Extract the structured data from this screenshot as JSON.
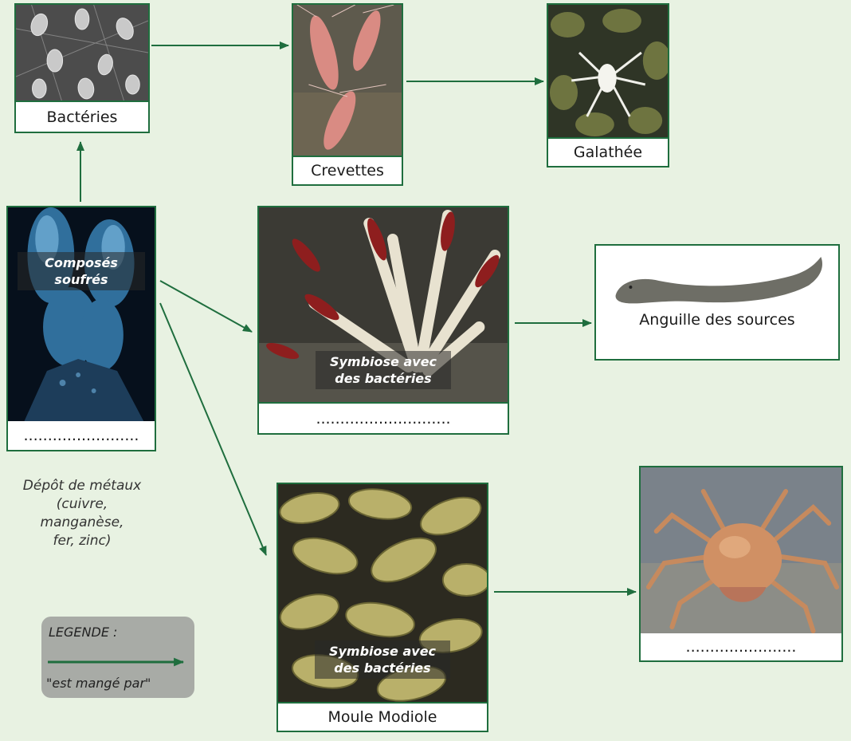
{
  "nodes": {
    "bacteries": {
      "label": "Bactéries"
    },
    "crevettes": {
      "label": "Crevettes"
    },
    "galathee": {
      "label": "Galathée"
    },
    "composes": {
      "label": "........................",
      "overlay": "Composés\nsoufrés"
    },
    "vers": {
      "label": "............................",
      "overlay": "Symbiose avec\ndes bactéries"
    },
    "anguille": {
      "label": "Anguille des sources"
    },
    "moule": {
      "label": "Moule Modiole",
      "overlay": "Symbiose avec\ndes bactéries"
    },
    "crabe": {
      "label": "......................."
    }
  },
  "note": "Dépôt de métaux\n(cuivre,\nmanganèse,\nfer, zinc)",
  "legend": {
    "title": "LEGENDE :",
    "meaning": "\"est mangé par\""
  },
  "colors": {
    "arrow": "#1f6e3e",
    "border": "#1f6e3e",
    "background": "#e8f2e2"
  }
}
